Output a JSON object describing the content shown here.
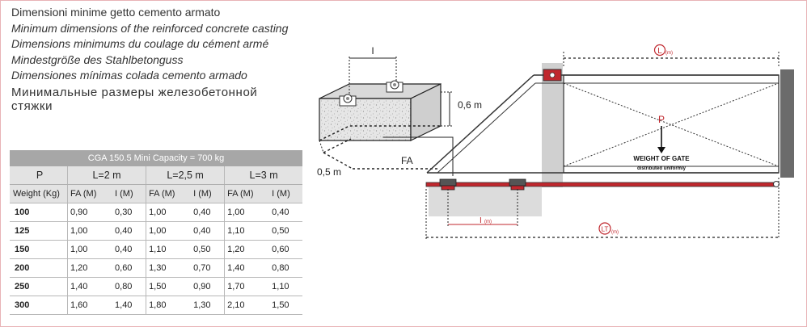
{
  "titles": [
    "Dimensioni minime getto cemento armato",
    "Minimum dimensions of the reinforced concrete casting",
    "Dimensions minimums du coulage du cément armé",
    "Mindestgröße des Stahlbetonguss",
    "Dimensiones mínimas colada cemento armado",
    "Минимальные размеры железобетонной стяжки"
  ],
  "table": {
    "caption": "CGA 150.5 Mini Capacity = 700 kg",
    "p_label": "P",
    "groups": [
      "L=2 m",
      "L=2,5 m",
      "L=3 m"
    ],
    "weight_label": "Weight (Kg)",
    "sub": [
      "FA (M)",
      "I (M)",
      "FA (M)",
      "I (M)",
      "FA (M)",
      "I (M)"
    ],
    "rows": [
      {
        "w": "100",
        "v": [
          "0,90",
          "0,30",
          "1,00",
          "0,40",
          "1,00",
          "0,40"
        ]
      },
      {
        "w": "125",
        "v": [
          "1,00",
          "0,40",
          "1,00",
          "0,40",
          "1,10",
          "0,50"
        ]
      },
      {
        "w": "150",
        "v": [
          "1,00",
          "0,40",
          "1,10",
          "0,50",
          "1,20",
          "0,60"
        ]
      },
      {
        "w": "200",
        "v": [
          "1,20",
          "0,60",
          "1,30",
          "0,70",
          "1,40",
          "0,80"
        ]
      },
      {
        "w": "250",
        "v": [
          "1,40",
          "0,80",
          "1,50",
          "0,90",
          "1,70",
          "1,10"
        ]
      },
      {
        "w": "300",
        "v": [
          "1,60",
          "1,40",
          "1,80",
          "1,30",
          "2,10",
          "1,50"
        ]
      }
    ]
  },
  "diagram": {
    "block_i": "I",
    "depth": "0,6 m",
    "width": "0,5 m",
    "fa": "FA",
    "l": "L",
    "l_unit": "(m)",
    "lt": "LT",
    "lt_unit": "(m)",
    "p": "P",
    "i": "I",
    "i_unit": "(m)",
    "weight_of_gate": "WEIGHT OF GATE",
    "distributed": "distributed uniformly"
  },
  "colors": {
    "accent_red": "#c0272d",
    "frame_pink": "#e8b3b6",
    "table_caption_gray": "#a7a7a7",
    "table_header_gray": "#e3e3e3"
  }
}
